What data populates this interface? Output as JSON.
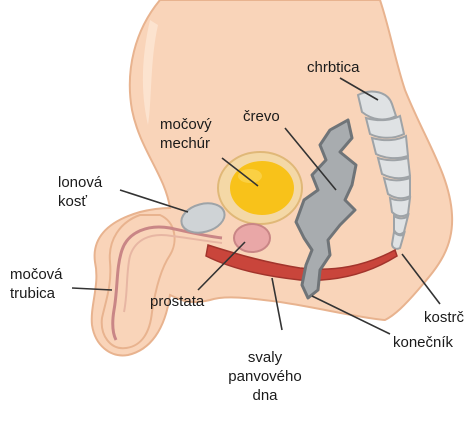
{
  "labels": {
    "chrbtica": "chrbtica",
    "crevo": "črevo",
    "mocovy_mechur_line1": "močový",
    "mocovy_mechur_line2": "mechúr",
    "lonova_kost_line1": "lonová",
    "lonova_kost_line2": "kosť",
    "mocova_trubica_line1": "močová",
    "mocova_trubica_line2": "trubica",
    "prostata": "prostata",
    "kostrc": "kostrč",
    "svaly_line1": "svaly",
    "svaly_line2": "panvového",
    "svaly_line3": "dna",
    "konecnik": "konečník"
  },
  "colors": {
    "skin_fill": "#f9d4b9",
    "skin_outline": "#e8b38f",
    "bladder_wall": "#f4d8a6",
    "bladder_fill": "#f8c21a",
    "bone_fill": "#cfd3d6",
    "bone_outline": "#9ea3a7",
    "spine_fill": "#dfe2e4",
    "prostate_fill": "#e9a7a7",
    "muscle_fill": "#c9453b",
    "intestine_fill": "#a8acaf",
    "intestine_outline": "#6f7478",
    "urethra_line": "#c98686",
    "pointer_line": "#333333"
  }
}
